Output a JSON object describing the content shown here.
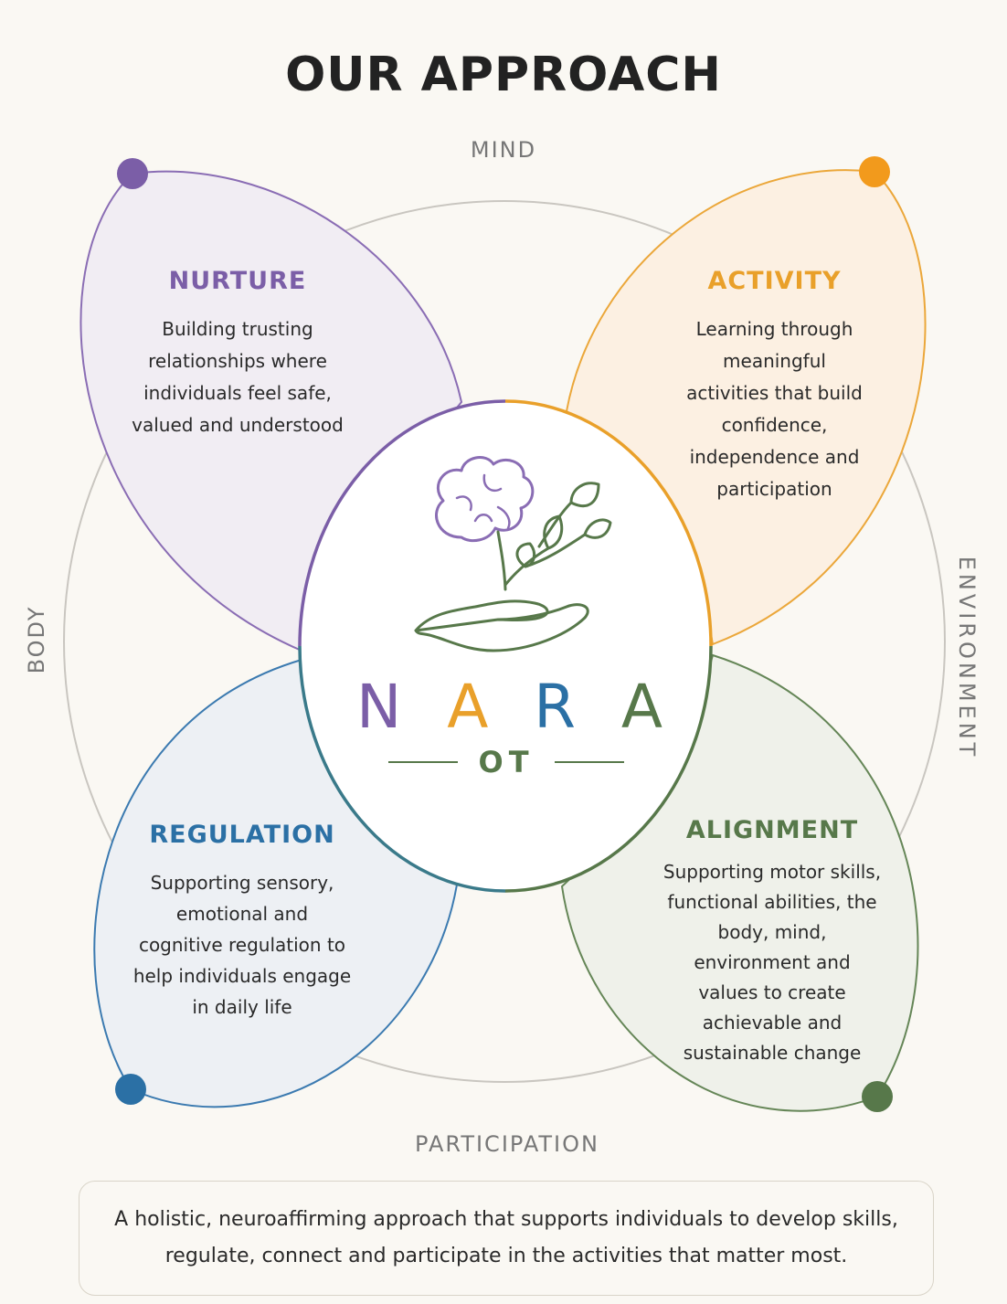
{
  "title": "OUR APPROACH",
  "axes": {
    "top": "MIND",
    "right": "ENVIRONMENT",
    "bottom": "PARTICIPATION",
    "left": "BODY"
  },
  "petals": {
    "nurture": {
      "heading": "NURTURE",
      "text": "Building trusting relationships where individuals feel safe, valued and understood",
      "color": "#7b5ea7"
    },
    "activity": {
      "heading": "ACTIVITY",
      "text": "Learning through meaningful activities that build confidence, independence and participation",
      "color": "#e9a02a"
    },
    "regulation": {
      "heading": "REGULATION",
      "text": "Supporting sensory, emotional and cognitive regulation to help individuals engage in daily life",
      "color": "#2b70a5"
    },
    "alignment": {
      "heading": "ALIGNMENT",
      "text": "Supporting motor skills, functional abilities, the body, mind, environment and values to create achievable and sustainable change",
      "color": "#57784a"
    }
  },
  "brand": {
    "letters": [
      "N",
      "A",
      "R",
      "A"
    ],
    "subtitle": "OT",
    "logo_icon": "brain-flower-hand-icon"
  },
  "footer": {
    "text": "A holistic, neuroaffirming approach that supports individuals to develop skills, regulate, connect and participate in the activities that matter most."
  }
}
